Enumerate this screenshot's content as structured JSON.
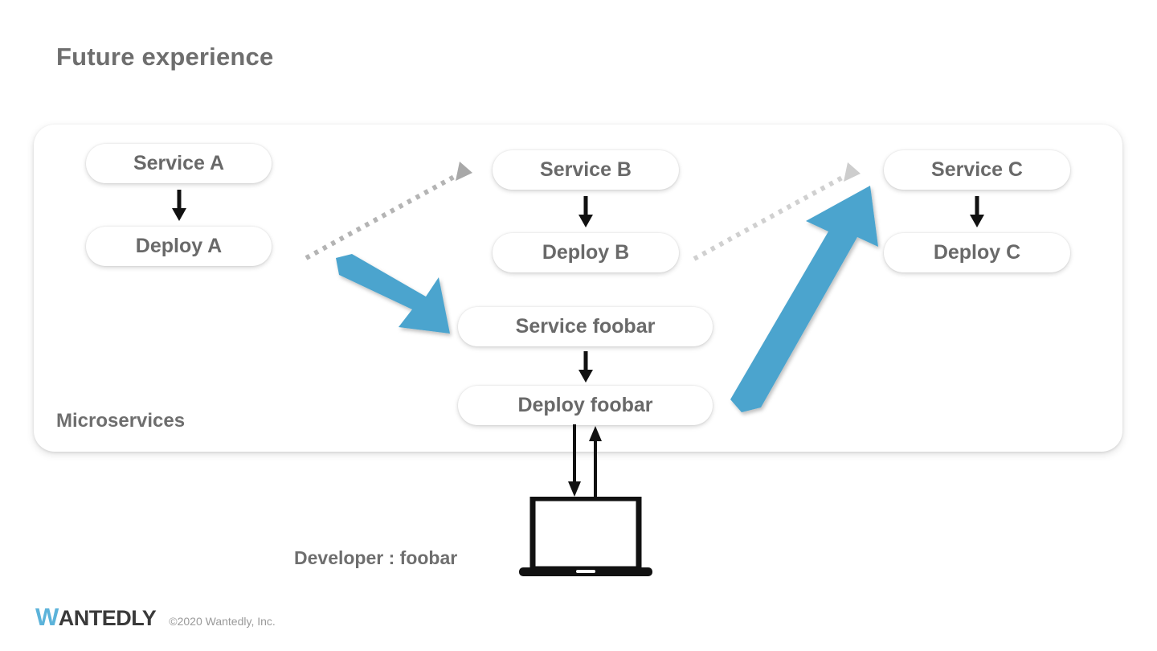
{
  "slide": {
    "title": "Future experience"
  },
  "card": {
    "label": "Microservices"
  },
  "columns": [
    {
      "service": "Service A",
      "deploy": "Deploy A"
    },
    {
      "service": "Service B",
      "deploy": "Deploy B"
    },
    {
      "service": "Service C",
      "deploy": "Deploy C"
    },
    {
      "service": "Service foobar",
      "deploy": "Deploy foobar"
    }
  ],
  "developer": {
    "label": "Developer : foobar",
    "device_icon": "laptop-icon"
  },
  "arrows": {
    "down_icon": "arrow-down-icon",
    "up_icon": "arrow-up-icon",
    "dotted_icon": "dotted-arrow-icon",
    "blue_icon": "blue-arrow-icon"
  },
  "footer": {
    "logo_first": "W",
    "logo_rest": "ANTEDLY",
    "copyright": "©2020 Wantedly, Inc."
  },
  "colors": {
    "accent_blue": "#4ba4ce",
    "logo_blue": "#5cb3da",
    "text_gray": "#6e6e6e",
    "pill_text": "#696969",
    "dotted_gray": "#b4b4b4",
    "dotted_gray_light": "#cfcfcf",
    "black": "#111111",
    "card_bg": "#ffffff",
    "page_bg": "#ffffff"
  }
}
